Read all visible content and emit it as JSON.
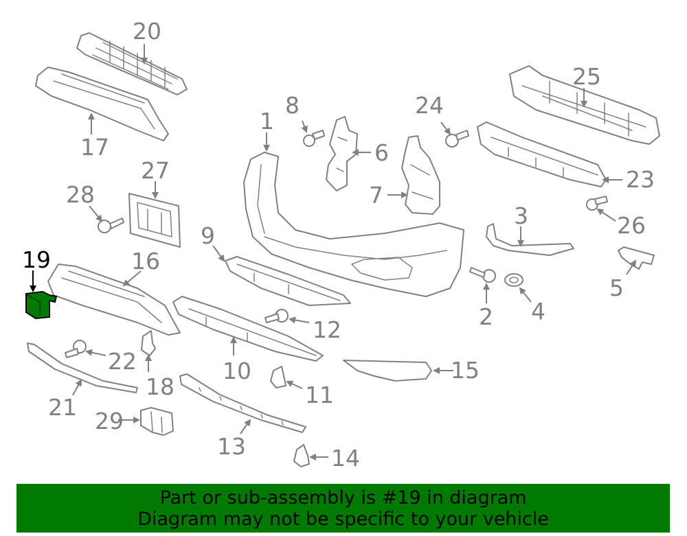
{
  "highlighted_part": "19",
  "highlight_color": "#007a00",
  "callouts": {
    "c1": "1",
    "c2": "2",
    "c3": "3",
    "c4": "4",
    "c5": "5",
    "c6": "6",
    "c7": "7",
    "c8": "8",
    "c9": "9",
    "c10": "10",
    "c11": "11",
    "c12": "12",
    "c13": "13",
    "c14": "14",
    "c15": "15",
    "c16": "16",
    "c17": "17",
    "c18": "18",
    "c19": "19",
    "c20": "20",
    "c21": "21",
    "c22": "22",
    "c23": "23",
    "c24": "24",
    "c25": "25",
    "c26": "26",
    "c27": "27",
    "c28": "28",
    "c29": "29"
  },
  "banner": {
    "line1": "Part or sub-assembly is #19 in diagram",
    "line2": "Diagram may not be specific to your vehicle"
  }
}
